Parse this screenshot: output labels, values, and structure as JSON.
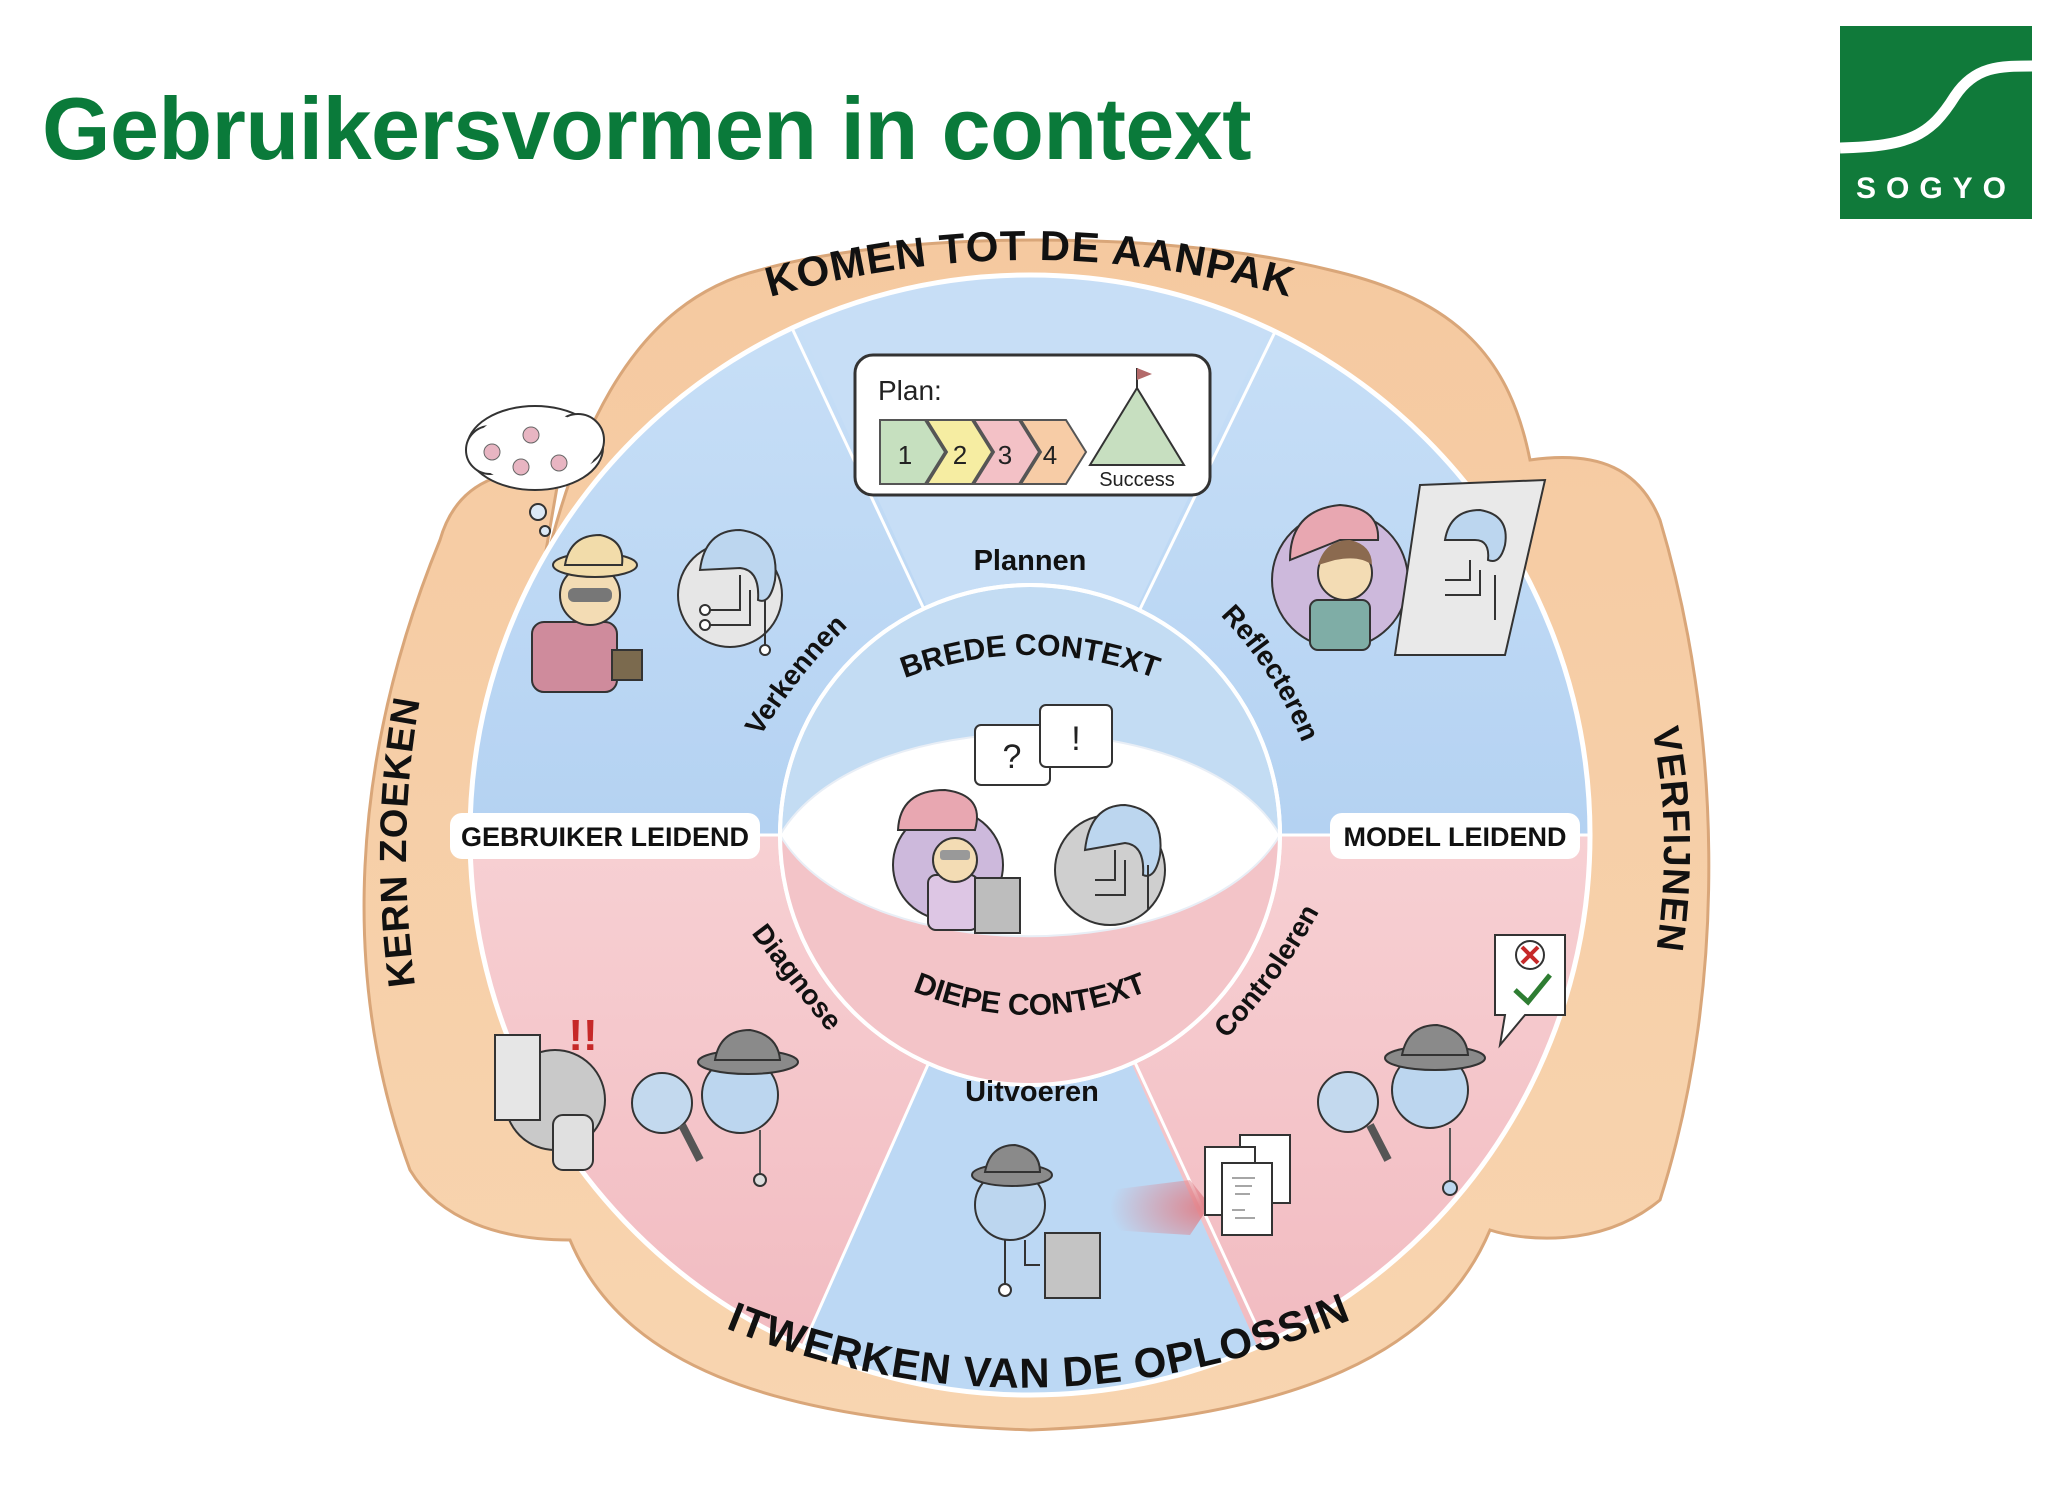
{
  "header": {
    "title": "Gebruikersvormen in context",
    "logo_text": "SOGYO"
  },
  "colors": {
    "title_green": "#0a7a3a",
    "logo_green": "#107a3a",
    "outer_ring": "#f6cda3",
    "blue_sector": "#bcd8f4",
    "pink_sector": "#f3c1c6",
    "ink": "#111111"
  },
  "outer_ring": {
    "top": "KOMEN TOT DE AANPAK",
    "left": "KERN ZOEKEN",
    "right": "VERFIJNEN",
    "bottom": "UITWERKEN VAN DE OPLOSSING"
  },
  "axis_labels": {
    "left": "GEBRUIKER LEIDEND",
    "right": "MODEL LEIDEND"
  },
  "sectors": [
    {
      "label": "Verkennen",
      "icon": "explorer-with-thought-cloud-icon"
    },
    {
      "label": "Plannen",
      "icon": "plan-card-icon"
    },
    {
      "label": "Reflecteren",
      "icon": "person-with-mirror-icon"
    },
    {
      "label": "Diagnose",
      "icon": "detective-with-server-icon"
    },
    {
      "label": "Uitvoeren",
      "icon": "ai-with-laptop-icon"
    },
    {
      "label": "Controleren",
      "icon": "detective-with-checklist-icon"
    }
  ],
  "plan_card": {
    "heading": "Plan:",
    "steps": [
      "1",
      "2",
      "3",
      "4"
    ],
    "goal": "Success"
  },
  "center": {
    "top_band": "BREDE CONTEXT",
    "bottom_band": "DIEPE CONTEXT",
    "bubble_question": "?",
    "bubble_exclaim": "!"
  },
  "alert_mark": "!!"
}
